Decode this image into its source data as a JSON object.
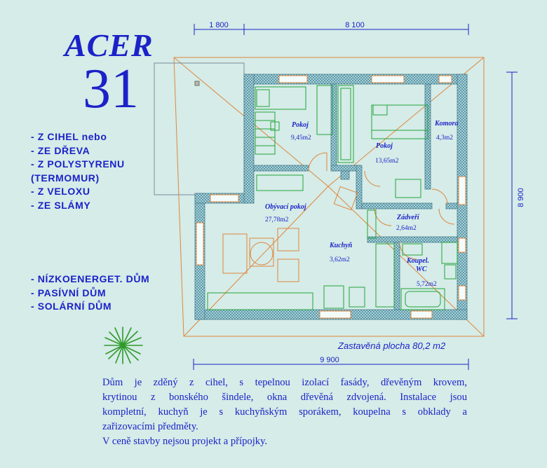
{
  "title": {
    "name": "ACER",
    "number": "31"
  },
  "materials": [
    "- Z CIHEL  nebo",
    "- ZE DŘEVA",
    "- Z POLYSTYRENU",
    "(TERMOMUR)",
    "- Z VELOXU",
    "- ZE SLÁMY"
  ],
  "house_types": [
    "- NÍZKOENERGET. DŮM",
    "- PASÍVNÍ DŮM",
    "- SOLÁRNÍ DŮM"
  ],
  "dimensions": {
    "top_left": "1 800",
    "top_right": "8 100",
    "right": "8 900",
    "bottom": "9 900"
  },
  "rooms": [
    {
      "name": "Pokoj",
      "area": "9,45m2"
    },
    {
      "name": "Pokoj",
      "area": "13,65m2"
    },
    {
      "name": "Komora",
      "area": "4,3m2"
    },
    {
      "name": "Obývací pokoj",
      "area": "27,78m2"
    },
    {
      "name": "Zádveří",
      "area": "2,64m2"
    },
    {
      "name": "Kuchyň",
      "area": "3,62m2"
    },
    {
      "name": "Koupel.",
      "name2": "WC",
      "area": "5,72m2"
    }
  ],
  "built_area": "Zastavěná  plocha  80,2 m2",
  "description": [
    "Dům je zděný z cihel, s tepelnou izolací fasády, dřevěným krovem,",
    "krytinou z bonského šindele, okna dřevěná zdvojená. Instalace jsou",
    "kompletní, kuchyň je s kuchyňským sporákem, koupelna s obklady a",
    "zařizovacími předměty.",
    "V ceně stavby nejsou projekt a přípojky."
  ],
  "colors": {
    "text": "#1c22c8",
    "background": "#d5ece8",
    "wall": "#7ab0bb",
    "furniture": "#22a43a",
    "roof": "#e0863c"
  }
}
